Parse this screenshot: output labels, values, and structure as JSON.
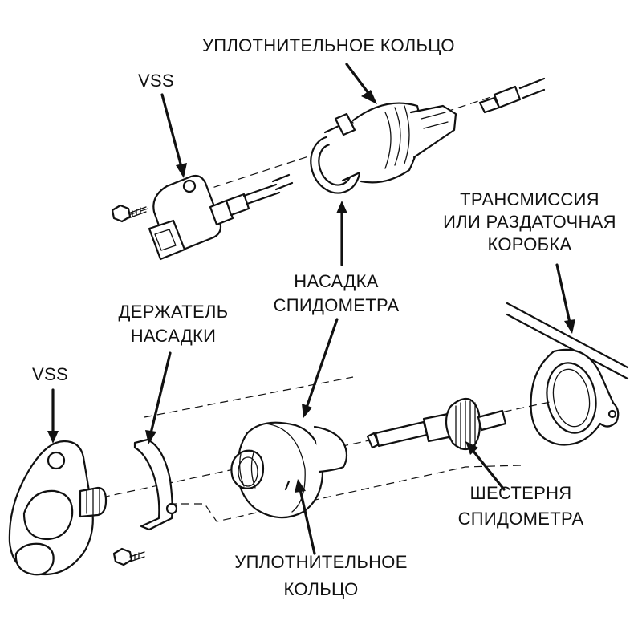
{
  "labels": {
    "top_o_ring": "УПЛОТНИТЕЛЬНОЕ КОЛЬЦО",
    "vss_top": "VSS",
    "transmission": [
      "ТРАНСМИССИЯ",
      "ИЛИ РАЗДАТОЧНАЯ",
      "КОРОБКА"
    ],
    "adapter": [
      "НАСАДКА",
      "СПИДОМЕТРА"
    ],
    "holder": [
      "ДЕРЖАТЕЛЬ",
      "НАСАДКИ"
    ],
    "vss_bottom": "VSS",
    "gear": [
      "ШЕСТЕРНЯ",
      "СПИДОМЕТРА"
    ],
    "bottom_o_ring": [
      "УПЛОТНИТЕЛЬНОЕ",
      "КОЛЬЦО"
    ]
  },
  "icons": {
    "vss_sensor_top": "vss-sensor-icon",
    "vss_sensor_bottom": "vss-sensor-icon",
    "adapter_top": "speedometer-adapter-icon",
    "adapter_bottom": "speedometer-adapter-icon",
    "gear": "gear-icon",
    "holder": "clip-icon",
    "bolt": "bolt-icon",
    "transmission_housing": "housing-icon"
  }
}
